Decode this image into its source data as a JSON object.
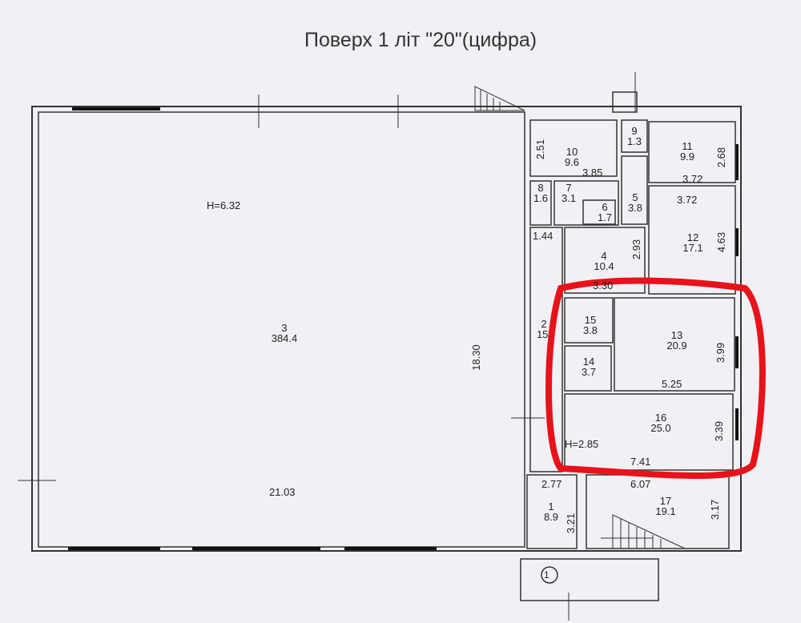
{
  "title": "Поверх 1 літ \"20\"(цифра)",
  "highlight_color": "#e8121a",
  "rooms": [
    {
      "id": "1",
      "area": "8.9"
    },
    {
      "id": "2",
      "area": "15."
    },
    {
      "id": "3",
      "area": "384.4"
    },
    {
      "id": "4",
      "area": "10.4"
    },
    {
      "id": "5",
      "area": "3.8"
    },
    {
      "id": "6",
      "area": "1.7"
    },
    {
      "id": "7",
      "area": "3.1"
    },
    {
      "id": "8",
      "area": "1.6"
    },
    {
      "id": "9",
      "area": "1.3"
    },
    {
      "id": "10",
      "area": "9.6"
    },
    {
      "id": "11",
      "area": "9.9"
    },
    {
      "id": "12",
      "area": "17.1"
    },
    {
      "id": "13",
      "area": "20.9"
    },
    {
      "id": "14",
      "area": "3.7"
    },
    {
      "id": "15",
      "area": "3.8"
    },
    {
      "id": "16",
      "area": "25.0"
    },
    {
      "id": "17",
      "area": "19.1"
    }
  ],
  "dimensions": {
    "hall_height": "H=6.32",
    "hall_depth": "18.30",
    "hall_width": "21.03",
    "r10_h": "2.51",
    "r10_w": "3.85",
    "r11_h": "2.68",
    "r11_w": "3.72",
    "r12_w": "3.72",
    "r12_h": "4.63",
    "r4_h": "2.93",
    "r4_w": "3.30",
    "corr_w": "1.44",
    "r13_h": "3.99",
    "r13_w": "5.25",
    "r16_h": "3.39",
    "r16_w": "7.41",
    "r16_height": "H=2.85",
    "r1_w": "2.77",
    "r1_h": "3.21",
    "r17_w": "6.07",
    "r17_h": "3.17"
  },
  "entrance_marker": "1"
}
